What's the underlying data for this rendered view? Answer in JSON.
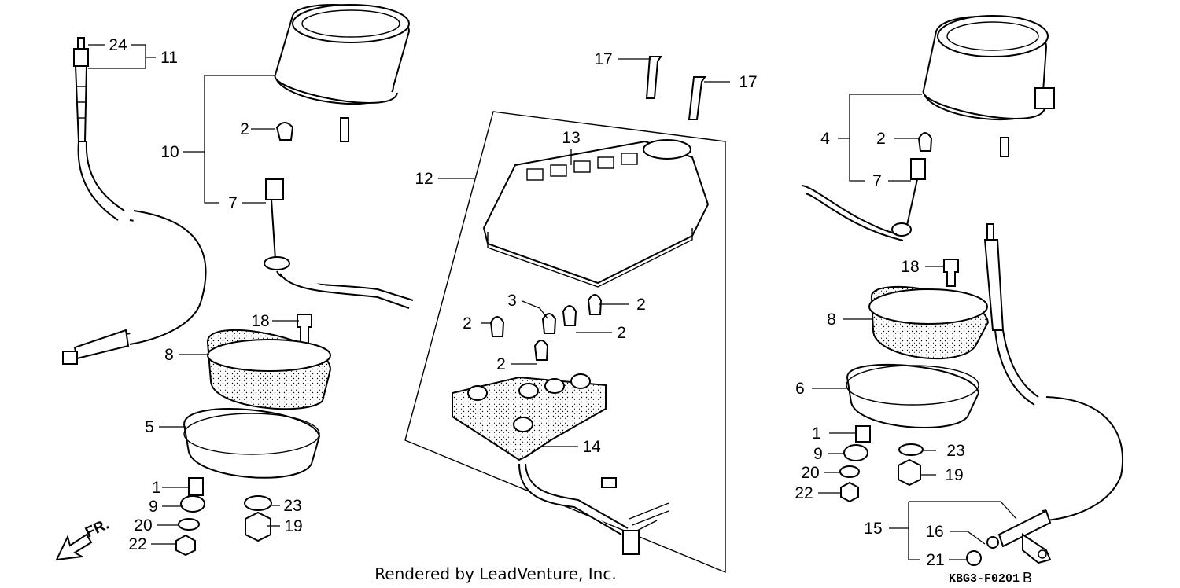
{
  "labels": {
    "p24": "24",
    "p11": "11",
    "p10": "10",
    "p2a": "2",
    "p7a": "7",
    "p18a": "18",
    "p8a": "8",
    "p5": "5",
    "p1a": "1",
    "p9a": "9",
    "p20a": "20",
    "p22a": "22",
    "p23a": "23",
    "p19a": "19",
    "p17a": "17",
    "p17b": "17",
    "p13": "13",
    "p12": "12",
    "p3": "3",
    "p2b": "2",
    "p2c": "2",
    "p2d": "2",
    "p2e": "2",
    "p14": "14",
    "p4": "4",
    "p2f": "2",
    "p7b": "7",
    "p18b": "18",
    "p8b": "8",
    "p6": "6",
    "p1b": "1",
    "p9b": "9",
    "p20b": "20",
    "p22b": "22",
    "p23b": "23",
    "p19b": "19",
    "p15": "15",
    "p16": "16",
    "p21": "21"
  },
  "direction_label": "FR.",
  "credit": "Rendered by LeadVenture, Inc.",
  "diagram_code": "KBG3-F0201",
  "diagram_rev": "B"
}
